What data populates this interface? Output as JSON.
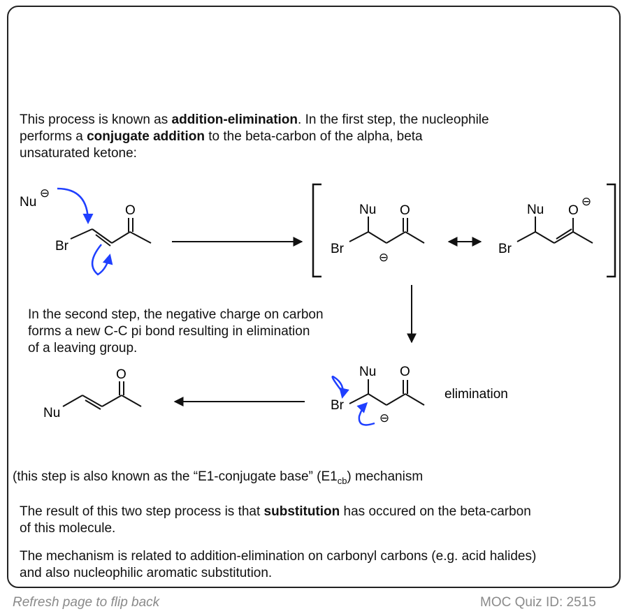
{
  "intro": {
    "line1_a": "This process is known as ",
    "line1_b": "addition-elimination",
    "line1_c": ". In the first step, the nucleophile",
    "line2_a": " performs a ",
    "line2_b": "conjugate addition",
    "line2_c": " to the beta-carbon of the alpha, beta",
    "line3": "unsaturated ketone:"
  },
  "second_step": {
    "line1": "In the second step, the negative charge on carbon",
    "line2": "forms a new C-C pi bond resulting in elimination",
    "line3": "of a leaving group."
  },
  "labels": {
    "nu": "Nu",
    "br": "Br",
    "o": "O",
    "elimination": "elimination"
  },
  "note": {
    "text_a": "(this step is also known as the  “E1-conjugate base” (E1",
    "sub": "cb",
    "text_b": ")  mechanism"
  },
  "result": {
    "line1_a": "The result of this two step process is that ",
    "line1_b": "substitution",
    "line1_c": " has occured on the beta-carbon",
    "line2": "of this molecule."
  },
  "related": {
    "line1": "The mechanism is related to addition-elimination on carbonyl carbons (e.g. acid halides)",
    "line2": "and also nucleophilic aromatic substitution."
  },
  "footer": {
    "left": "Refresh page to flip back",
    "right": "MOC Quiz ID: 2515"
  },
  "colors": {
    "arrow_blue": "#1f3fff",
    "ink": "#111111"
  }
}
